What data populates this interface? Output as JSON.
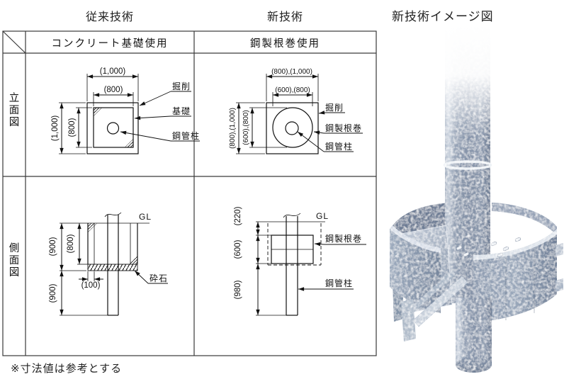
{
  "page": {
    "header_conventional": "従来技術",
    "header_new": "新技術",
    "header_image": "新技術イメージ図",
    "note": "※寸法値は参考とする",
    "colors": {
      "line": "#1a1a1a",
      "table_border": "#3a3a3a",
      "steel_base": "#8a97ac",
      "steel_light": "#c6cfdb",
      "steel_dark": "#5f6e86",
      "background": "#ffffff"
    }
  },
  "table": {
    "col_concrete": "コンクリート基礎使用",
    "col_steel": "鋼製根巻使用",
    "row_elevation": "立面図",
    "row_side": "側面図"
  },
  "concrete_elevation": {
    "dim_outer_w": "(1,000)",
    "dim_inner_w": "(800)",
    "dim_outer_h": "(1,000)",
    "dim_inner_h": "(800)",
    "label_excavation": "掘削",
    "label_foundation": "基礎",
    "label_pipe": "鋼管柱"
  },
  "steel_elevation": {
    "dim_outer_w": "(800),(1,000)",
    "dim_inner_w": "(600),(800)",
    "dim_outer_h": "(800),(1,000)",
    "dim_inner_h": "(600),(800)",
    "label_excavation": "掘削",
    "label_wrap": "鋼製根巻",
    "label_pipe": "鋼管柱"
  },
  "concrete_side": {
    "label_gl": "GL",
    "dim_depth": "(900)",
    "dim_foundation": "(800)",
    "dim_below": "(900)",
    "dim_wall": "(100)",
    "label_gravel": "砕石"
  },
  "steel_side": {
    "label_gl": "GL",
    "dim_top": "(220)",
    "dim_wrap": "(600)",
    "dim_below": "(980)",
    "label_wrap": "鋼製根巻",
    "label_pipe": "鋼管柱"
  }
}
